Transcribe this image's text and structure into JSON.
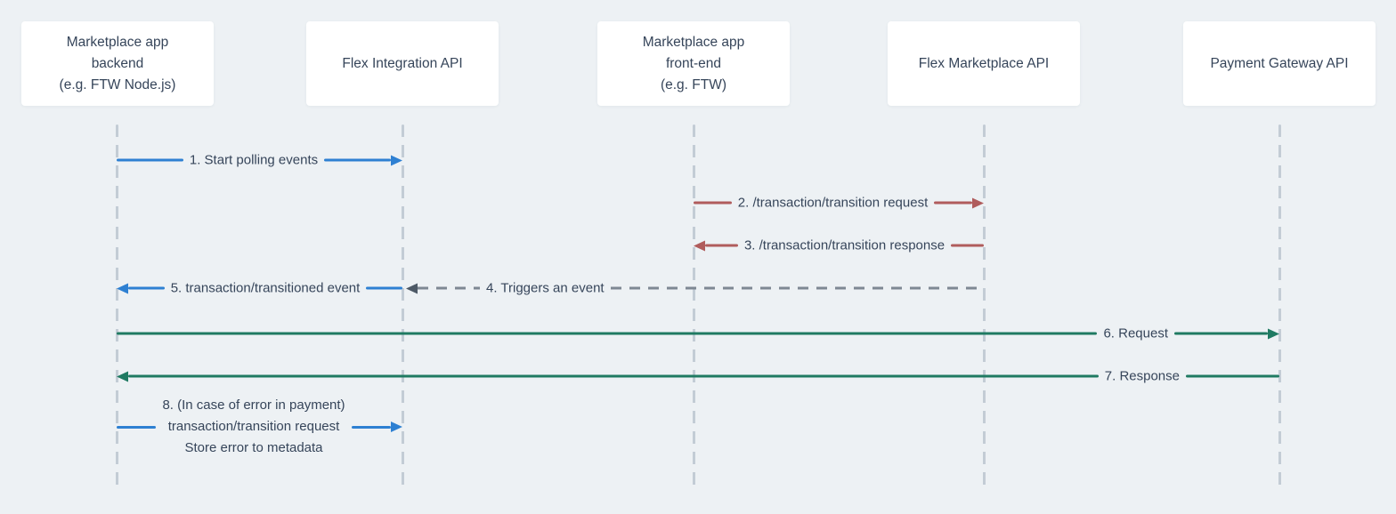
{
  "diagram": {
    "type": "sequence-diagram",
    "background_color": "#edf1f4",
    "text_color": "#36455a",
    "lifeline_color": "#c3ccd5",
    "actors": [
      {
        "id": "marketplace-backend",
        "label": "Marketplace app\nbackend\n(e.g. FTW Node.js)"
      },
      {
        "id": "flex-integration-api",
        "label": "Flex Integration API"
      },
      {
        "id": "marketplace-frontend",
        "label": "Marketplace app\nfront-end\n(e.g. FTW)"
      },
      {
        "id": "flex-marketplace-api",
        "label": "Flex Marketplace API"
      },
      {
        "id": "payment-gateway-api",
        "label": "Payment Gateway API"
      }
    ],
    "messages": [
      {
        "label": "1. Start polling events",
        "from": "Marketplace app backend",
        "to": "Flex Integration API",
        "color": "#2e80d2",
        "line_style": "solid",
        "direction": "right"
      },
      {
        "label": "2. /transaction/transition request",
        "from": "Marketplace app front-end",
        "to": "Flex Marketplace API",
        "color": "#b05c5c",
        "line_style": "solid",
        "direction": "right"
      },
      {
        "label": "3. /transaction/transition response",
        "from": "Flex Marketplace API",
        "to": "Marketplace app front-end",
        "color": "#b05c5c",
        "line_style": "solid",
        "direction": "left"
      },
      {
        "label": "4. Triggers an event",
        "from": "Flex Marketplace API",
        "to": "Flex Integration API",
        "color": "#7e8893",
        "line_style": "dashed",
        "direction": "left",
        "arrowhead_color": "#4d5966"
      },
      {
        "label": "5. transaction/transitioned event",
        "from": "Flex Integration API",
        "to": "Marketplace app backend",
        "color": "#2e80d2",
        "line_style": "solid",
        "direction": "left"
      },
      {
        "label": "6. Request",
        "from": "Marketplace app backend",
        "to": "Payment Gateway API",
        "color": "#1f7a62",
        "line_style": "solid",
        "direction": "right"
      },
      {
        "label": "7. Response",
        "from": "Payment Gateway API",
        "to": "Marketplace app backend",
        "color": "#1f7a62",
        "line_style": "solid",
        "direction": "left"
      },
      {
        "label_above": "8. (In case of error in payment)",
        "label": "transaction/transition request",
        "label_below": "Store error to metadata",
        "from": "Marketplace app backend",
        "to": "Flex Integration API",
        "color": "#2e80d2",
        "line_style": "solid",
        "direction": "right"
      }
    ]
  }
}
